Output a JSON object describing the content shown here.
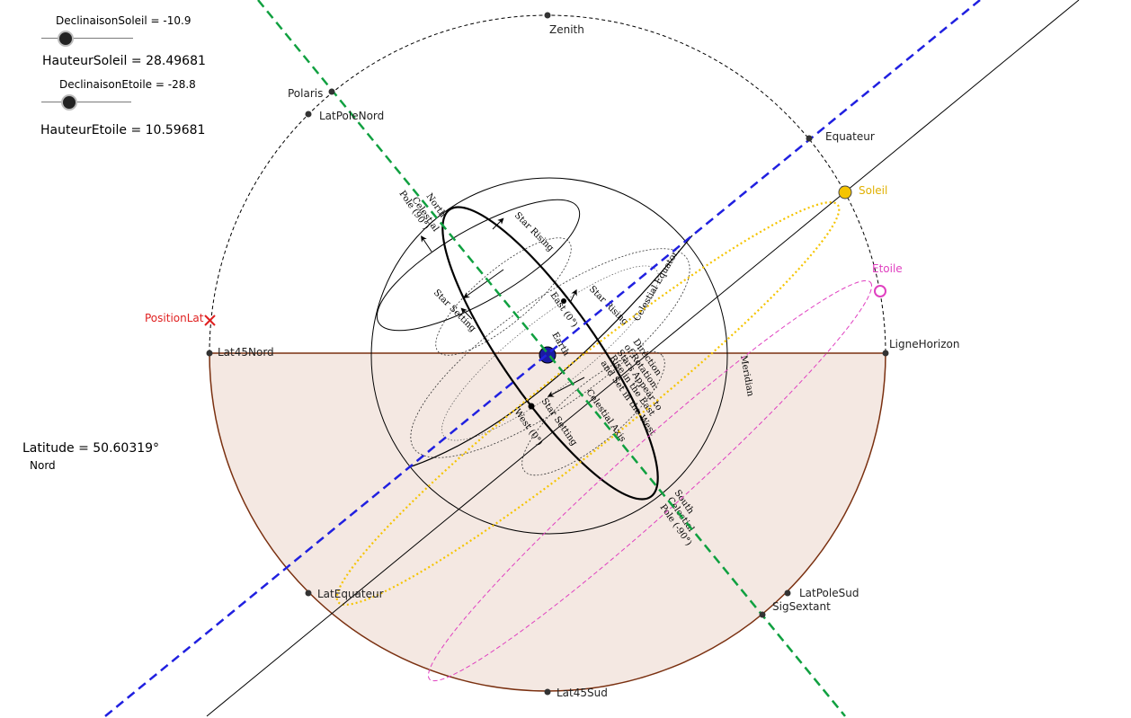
{
  "sliders": [
    {
      "label": "DeclinaisonSoleil = -10.9",
      "value": -10.9
    },
    {
      "label": "DeclinaisonEtoile = -28.8",
      "value": -28.8
    }
  ],
  "values": {
    "hauteur_soleil": "HauteurSoleil  =  28.49681",
    "hauteur_etoile": "HauteurEtoile  =  10.59681",
    "latitude": "Latitude  =  50.60319°",
    "hemisphere": "Nord"
  },
  "points": {
    "zenith": "Zenith",
    "polaris": "Polaris",
    "lat_pole_nord": "LatPoleNord",
    "equateur": "Equateur",
    "soleil": "Soleil",
    "etoile": "Etoile",
    "position_lat": "PositionLat",
    "lat45_nord": "Lat45Nord",
    "ligne_horizon": "LigneHorizon",
    "lat_equateur": "LatEquateur",
    "lat_pole_sud": "LatPoleSud",
    "sig_sextant": "SigSextant",
    "lat45_sud": "Lat45Sud"
  },
  "annotations": {
    "north_pole_1": "North",
    "north_pole_2": "Celestial",
    "north_pole_3": "Pole (90°)",
    "star_rising_1": "Star Rising",
    "star_rising_2": "Star Rising",
    "star_setting_1": "Star Setting",
    "star_setting_2": "Star Setting",
    "east": "East (0°)",
    "west": "West (0°)",
    "earth": "Earth",
    "celestial_equator": "Celestial Equator",
    "direction_1": "Direction",
    "direction_2": "of Rotation:",
    "direction_3": "Stars Appear to",
    "direction_4": "Rise in the East",
    "direction_5": "and Set in the West",
    "meridian": "Meridian",
    "celestial_axis": "Celestial Axis",
    "south_pole_1": "South",
    "south_pole_2": "Celestial",
    "south_pole_3": "Pole (-90°)"
  },
  "colors": {
    "sun": "#f5c400",
    "star": "#e040c0",
    "position_lat": "#e02020",
    "ground_fill": "#f4e8e2",
    "ground_edge": "#7a3010",
    "equator_line": "#2020e0",
    "polar_axis": "#10a040"
  }
}
